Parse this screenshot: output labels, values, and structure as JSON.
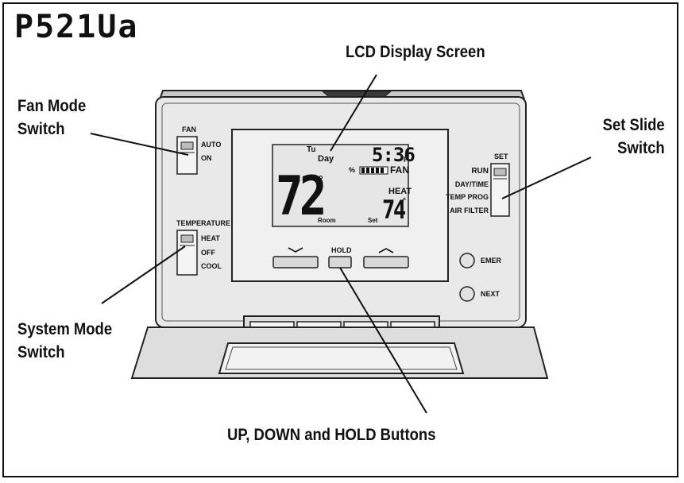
{
  "model": "P521Ua",
  "callouts": {
    "lcd_display": "LCD Display Screen",
    "fan_mode_switch": [
      "Fan Mode",
      "Switch"
    ],
    "set_slide_switch": [
      "Set Slide",
      "Switch"
    ],
    "system_mode_switch": [
      "System Mode",
      "Switch"
    ],
    "buttons": "UP, DOWN and HOLD Buttons"
  },
  "fan_switch": {
    "title": "FAN",
    "options": [
      "AUTO",
      "ON"
    ],
    "selected": "AUTO"
  },
  "temperature_switch": {
    "title": "TEMPERATURE",
    "options": [
      "HEAT",
      "OFF",
      "COOL"
    ],
    "selected": "HEAT"
  },
  "set_switch": {
    "title": "SET",
    "options": [
      "RUN",
      "DAY/TIME",
      "TEMP PROG",
      "AIR FILTER"
    ],
    "selected": "RUN"
  },
  "side_buttons": [
    {
      "label": "EMER"
    },
    {
      "label": "NEXT"
    }
  ],
  "front_buttons": {
    "down_glyph": "﹀",
    "hold": "HOLD",
    "up_glyph": "︿"
  },
  "lcd": {
    "day_abbrev": "Tu",
    "day_label": "Day",
    "time": "5:36",
    "ampm": "P",
    "percent_sign": "%",
    "fan_label": "FAN",
    "room_temp": "72",
    "room_degree": "°",
    "room_label": "Room",
    "heat_label": "HEAT",
    "set_temp": "74",
    "set_degree": "°",
    "set_label": "Set"
  }
}
